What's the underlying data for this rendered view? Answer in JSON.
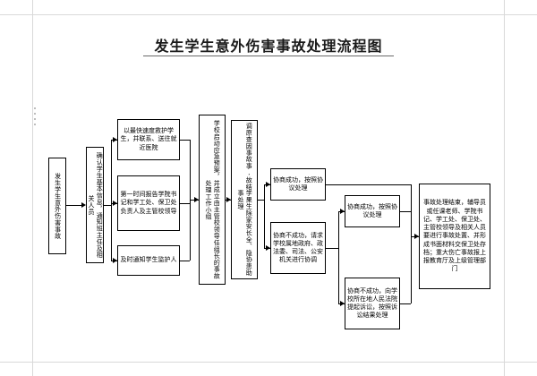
{
  "document": {
    "title": "发生学生意外伤害事故处理流程图"
  },
  "flow": {
    "nodes": [
      {
        "id": "n1",
        "label": "发生学生意外伤害事故",
        "orient": "vertical"
      },
      {
        "id": "n2",
        "label": "确认学生基本信息，通知班主任及相关人员",
        "orient": "vertical"
      },
      {
        "id": "n3",
        "label": "以最快速度救护学生，并联系、送往就近医院",
        "orient": "horizontal"
      },
      {
        "id": "n4",
        "label": "第一时间报告学院书记和学工处、保卫处负责人及主管校领导",
        "orient": "horizontal"
      },
      {
        "id": "n5",
        "label": "及时通知学生监护人",
        "orient": "horizontal"
      },
      {
        "id": "n6",
        "label": "学校启动应急预案，并成立由主管校领导任组长的事故处理工作小组",
        "orient": "vertical"
      },
      {
        "id": "n7",
        "label": "调原查因事故事,故结学果生除家安长全、隐协患助事处理",
        "orient": "vertical"
      },
      {
        "id": "n8",
        "label": "协商成功，按照协议处理",
        "orient": "horizontal"
      },
      {
        "id": "n9",
        "label": "协商不成功，请求学校属地政府、政法委、司法、公安机关进行协调",
        "orient": "horizontal"
      },
      {
        "id": "n10",
        "label": "协商成功，按照协议处理",
        "orient": "horizontal"
      },
      {
        "id": "n11",
        "label": "协商不成功，向学校所在地人民法院提起诉讼，按照诉讼结果处理",
        "orient": "horizontal"
      },
      {
        "id": "n12",
        "label": "事故处理结束，辅导员或任课老师、学院书记、学工处、保卫处、主管校领导及相关人员要进行事故处置、并形成书面材料交保卫处存档；重大伤亡事故报上报教育厅及上级管理部门",
        "orient": "horizontal"
      }
    ]
  }
}
